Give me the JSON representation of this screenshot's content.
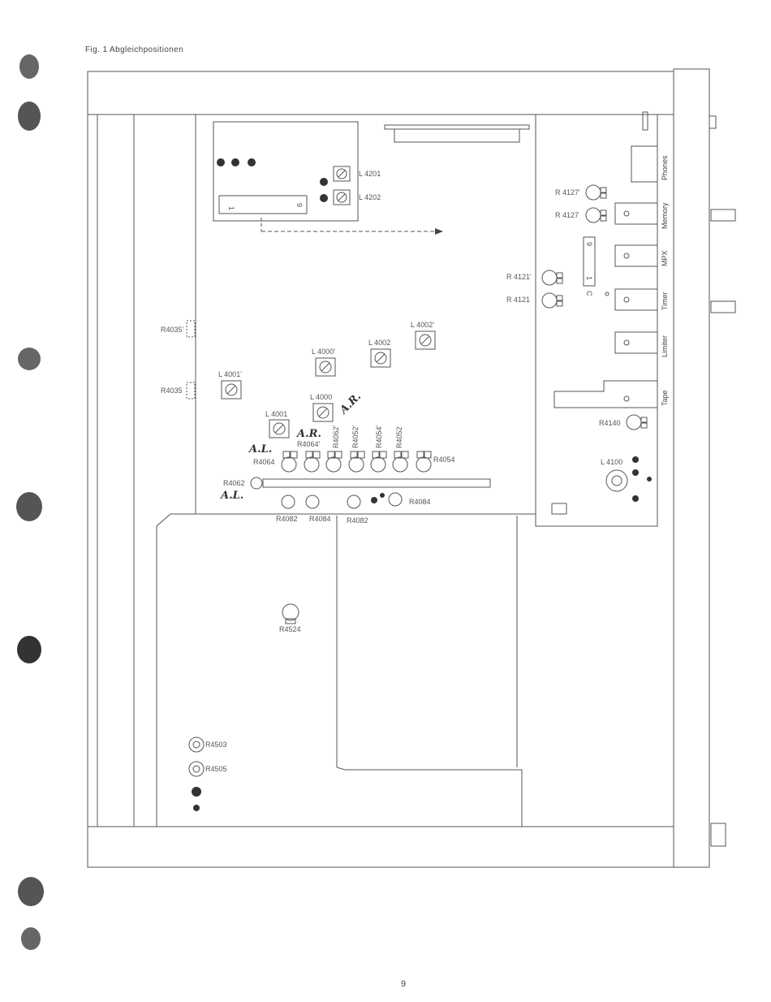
{
  "caption": "Fig. 1  Abgleichpositionen",
  "page_number": "9",
  "coils": {
    "L4201": "L 4201",
    "L4202": "L 4202",
    "L4002p": "L 4002'",
    "L4002": "L 4002",
    "L4000p": "L 4000'",
    "L4000": "L 4000",
    "L4001p": "L 4001'",
    "L4001": "L 4001",
    "L4100": "L 4100"
  },
  "resistors": {
    "R4127a": "R 4127'",
    "R4127b": "R 4127",
    "R4121a": "R 4121'",
    "R4121b": "R 4121",
    "R4140": "R4140",
    "R4035a": "R4035'",
    "R4035b": "R4035",
    "R4064": "R4064",
    "R4064p": "R4064'",
    "R4062p": "R4062'",
    "R4052p": "R4052'",
    "R4054p": "R4054'",
    "R4052": "R4052",
    "R4054": "R4054",
    "R4062": "R4062",
    "R4082a": "R4082",
    "R4084a": "R4084",
    "R4082b": "R4082",
    "R4084b": "R4084",
    "R4524": "R4524",
    "R4503": "R4503",
    "R4505": "R4505"
  },
  "switches": {
    "phones": "Phones",
    "memory": "Memory",
    "mpx": "MPX",
    "timer": "Timer",
    "limiter": "Limiter",
    "tape": "Tape"
  },
  "module": {
    "pin1": "1",
    "pin9": "9",
    "c_pin9": "9",
    "c_pin1": "1",
    "c_label": "C"
  },
  "handwritten": {
    "al1": "A.L.",
    "ar1": "A.R.",
    "ar2": "A.R.",
    "al2": "A.L."
  }
}
